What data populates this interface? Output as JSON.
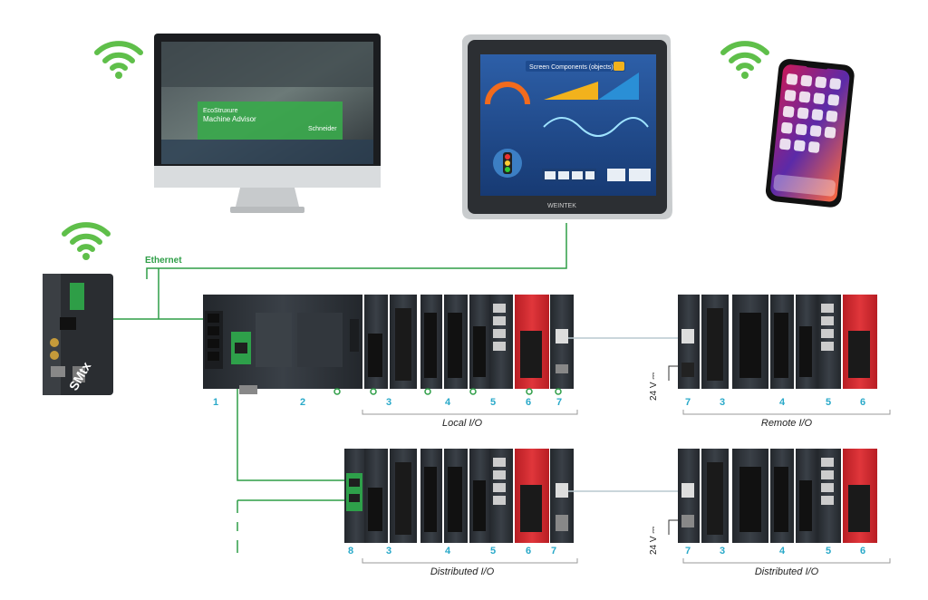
{
  "ethernet_label": "Ethernet",
  "monitor": {
    "line1": "EcoStruxure",
    "line2": "Machine Advisor",
    "brand": "Schneider"
  },
  "hmi": {
    "title": "Screen Components (objects)",
    "brand": "WEINTEK"
  },
  "voltage_label": "24 V ⎓",
  "groups": {
    "local": "Local I/O",
    "remote": "Remote I/O",
    "distributed_1": "Distributed I/O",
    "distributed_2": "Distributed I/O"
  },
  "numbers": {
    "local": [
      "1",
      "2",
      "3",
      "4",
      "5",
      "6",
      "7"
    ],
    "remote": [
      "7",
      "3",
      "4",
      "5",
      "6"
    ],
    "dist1": [
      "8",
      "3",
      "4",
      "5",
      "6",
      "7"
    ],
    "dist2": [
      "7",
      "3",
      "4",
      "5",
      "6"
    ]
  },
  "colors": {
    "wifi": "#5fbf4a",
    "ethernet": "#2e9e47",
    "label": "#29a9c9",
    "safety": "#d8262c",
    "module": "#2d3238"
  },
  "icons": [
    "wifi-icon",
    "monitor-icon",
    "hmi-panel-icon",
    "smartphone-icon",
    "router-icon",
    "controller-icon"
  ]
}
